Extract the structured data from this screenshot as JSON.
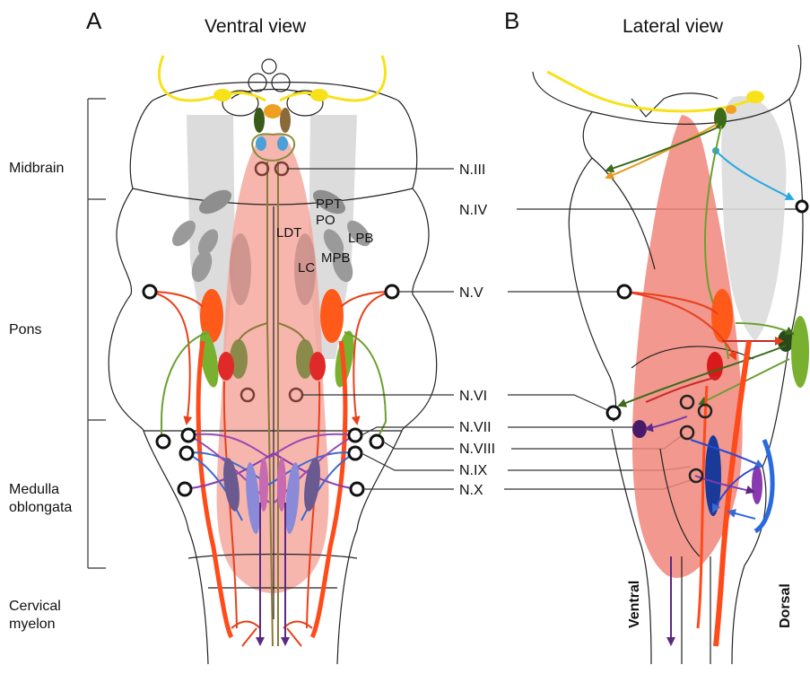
{
  "panels": {
    "a": {
      "letter": "A",
      "title": "Ventral view"
    },
    "b": {
      "letter": "B",
      "title": "Lateral view"
    }
  },
  "regions": {
    "midbrain": "Midbrain",
    "pons": "Pons",
    "medulla_line1": "Medulla",
    "medulla_line2": "oblongata",
    "cervical_line1": "Cervical",
    "cervical_line2": "myelon"
  },
  "nuclei": {
    "ppt": "PPT",
    "po": "PO",
    "ldt": "LDT",
    "lpb": "LPB",
    "mpb": "MPB",
    "lc": "LC"
  },
  "nerves": {
    "n3": "N.III",
    "n4": "N.IV",
    "n5": "N.V",
    "n6": "N.VI",
    "n7": "N.VII",
    "n8": "N.VIII",
    "n9": "N.IX",
    "n10": "N.X"
  },
  "orientation": {
    "ventral": "Ventral",
    "dorsal": "Dorsal"
  },
  "colors": {
    "reticular_formation": "#f4a49a",
    "motor_tract": "#ff4a1a",
    "oculomotor": "#f7e21a",
    "trochlear": "#2aa8e0",
    "abducens": "#5a7a2a",
    "facial": "#7ab030",
    "vagus": "#5a2a80",
    "hypoglossal": "#2a4ab0",
    "grey_nuclei": "#a8a8a8"
  }
}
